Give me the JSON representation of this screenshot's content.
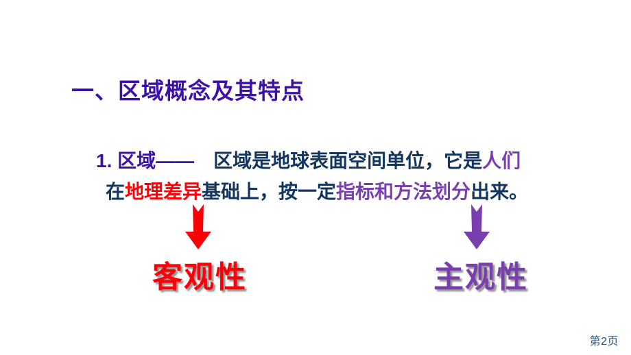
{
  "slide": {
    "title": "一、区域概念及其特点",
    "title_color": "#3d10a8",
    "background_color": "#ffffff",
    "body": {
      "line1": {
        "label": "1. 区域——",
        "label_color": "#3d10a8",
        "text_navy_1": "区域是地球表面空间单位，它是",
        "text_purple_1": "人们"
      },
      "line2": {
        "text_navy_1": "在",
        "text_red_1": "地理差异",
        "text_navy_2": "基础上，按一定",
        "text_purple_1": "指标和方法划分",
        "text_navy_3": "出来。"
      }
    },
    "arrows": [
      {
        "name": "down-arrow-left",
        "color": "#fb0007"
      },
      {
        "name": "down-arrow-right",
        "color": "#7a3fae"
      }
    ],
    "conclusions": [
      {
        "label": "客观性",
        "color": "#fb0007"
      },
      {
        "label": "主观性",
        "color": "#7a3fae"
      }
    ],
    "footer": {
      "page_number": "第2页",
      "color": "#1f4e79"
    }
  }
}
